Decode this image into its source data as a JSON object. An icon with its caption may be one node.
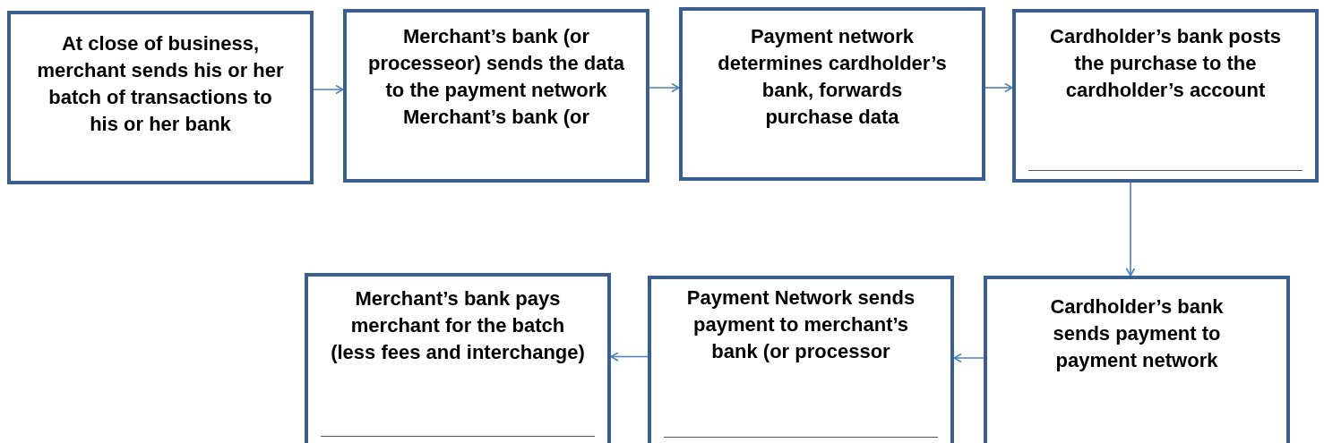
{
  "diagram": {
    "nodes": [
      {
        "text": [
          "At close of business, merchant sends his or her batch of transactions to his or her bank"
        ]
      },
      {
        "text": [
          "Merchant’s bank (or processeor) sends the data to the payment network Merchant’s bank (or"
        ]
      },
      {
        "text": [
          "Payment network determines cardholder’s bank, forwards purchase data"
        ]
      },
      {
        "text": [
          "Cardholder’s bank posts the purchase to the cardholder’s account"
        ]
      },
      {
        "text": [
          "Cardholder’s bank sends payment to payment network"
        ]
      },
      {
        "text": [
          "Payment Network sends payment to merchant’s bank (or processor"
        ]
      },
      {
        "text": [
          "Merchant’s bank pays merchant for the batch (less fees and interchange)"
        ]
      }
    ],
    "edges": [
      {
        "from": 0,
        "to": 1,
        "arrow": "to"
      },
      {
        "from": 1,
        "to": 2,
        "arrow": "to"
      },
      {
        "from": 2,
        "to": 3,
        "arrow": "to"
      },
      {
        "from": 3,
        "to": 4,
        "arrow": "to"
      },
      {
        "from": 4,
        "to": 5,
        "arrow": "to"
      },
      {
        "from": 5,
        "to": 6,
        "arrow": "to"
      }
    ]
  }
}
